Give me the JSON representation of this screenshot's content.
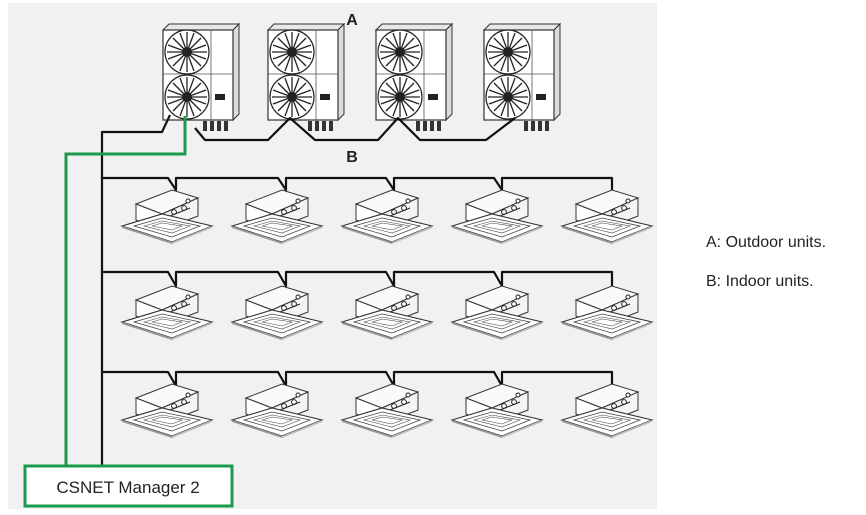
{
  "diagram": {
    "label_a": "A",
    "label_b": "B",
    "manager_label": "CSNET Manager 2",
    "outdoor_unit_count": 4,
    "indoor_rows": 3,
    "indoor_units_per_row": 5
  },
  "legend": {
    "a": "A: Outdoor units.",
    "b": "B: Indoor units."
  },
  "colors": {
    "panel_bg": "#f1f1f1",
    "wire": "#111111",
    "manager_green": "#1b9a4b",
    "unit_fill": "#ffffff",
    "unit_stroke": "#333333"
  }
}
